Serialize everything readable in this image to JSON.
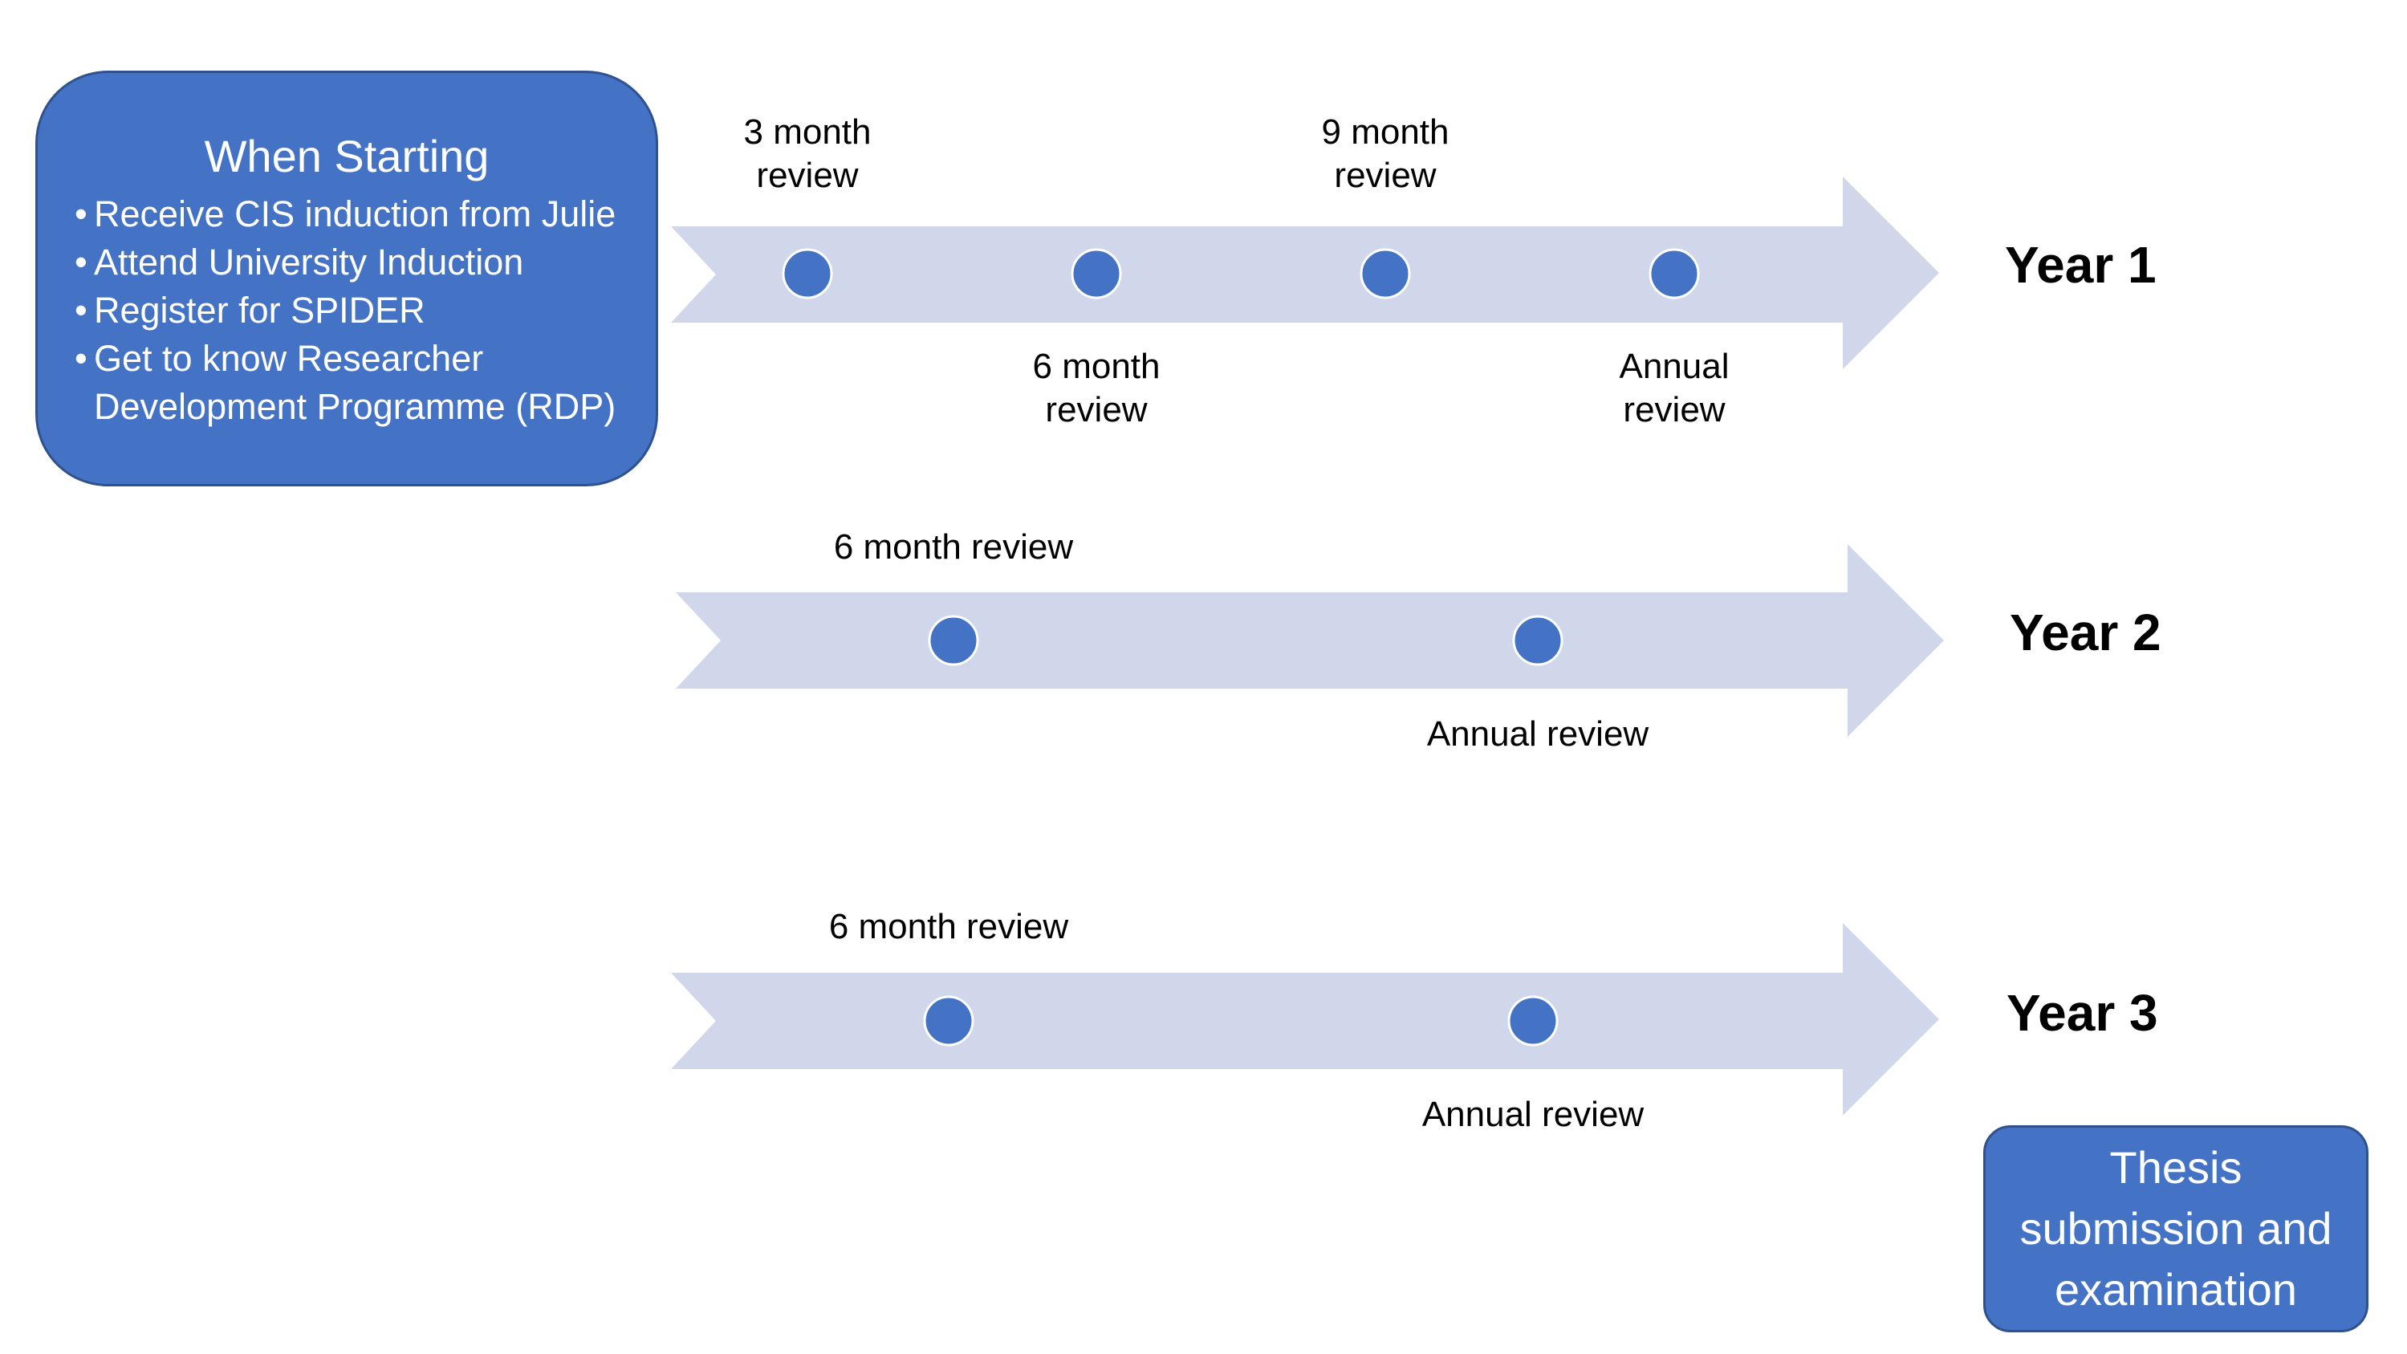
{
  "colors": {
    "box_fill": "#4472c4",
    "box_border": "#2f528f",
    "arrow_fill": "#d0d7eb",
    "dot_fill": "#4472c4",
    "dot_border": "#ffffff"
  },
  "start": {
    "title": "When Starting",
    "bullet_glyph": "•",
    "items": [
      "Receive CIS induction from Julie",
      "Attend University Induction",
      "Register for SPIDER",
      "Get to know Researcher\nDevelopment Programme (RDP)"
    ]
  },
  "years": [
    {
      "label": "Year 1",
      "milestones": [
        {
          "label": "3 month\nreview",
          "position": "above"
        },
        {
          "label": "6 month\nreview",
          "position": "below"
        },
        {
          "label": "9 month\nreview",
          "position": "above"
        },
        {
          "label": "Annual\nreview",
          "position": "below"
        }
      ]
    },
    {
      "label": "Year 2",
      "milestones": [
        {
          "label": "6 month review",
          "position": "above"
        },
        {
          "label": "Annual review",
          "position": "below"
        }
      ]
    },
    {
      "label": "Year 3",
      "milestones": [
        {
          "label": "6 month review",
          "position": "above"
        },
        {
          "label": "Annual review",
          "position": "below"
        }
      ]
    }
  ],
  "thesis": {
    "label": "Thesis\nsubmission and\nexamination"
  }
}
